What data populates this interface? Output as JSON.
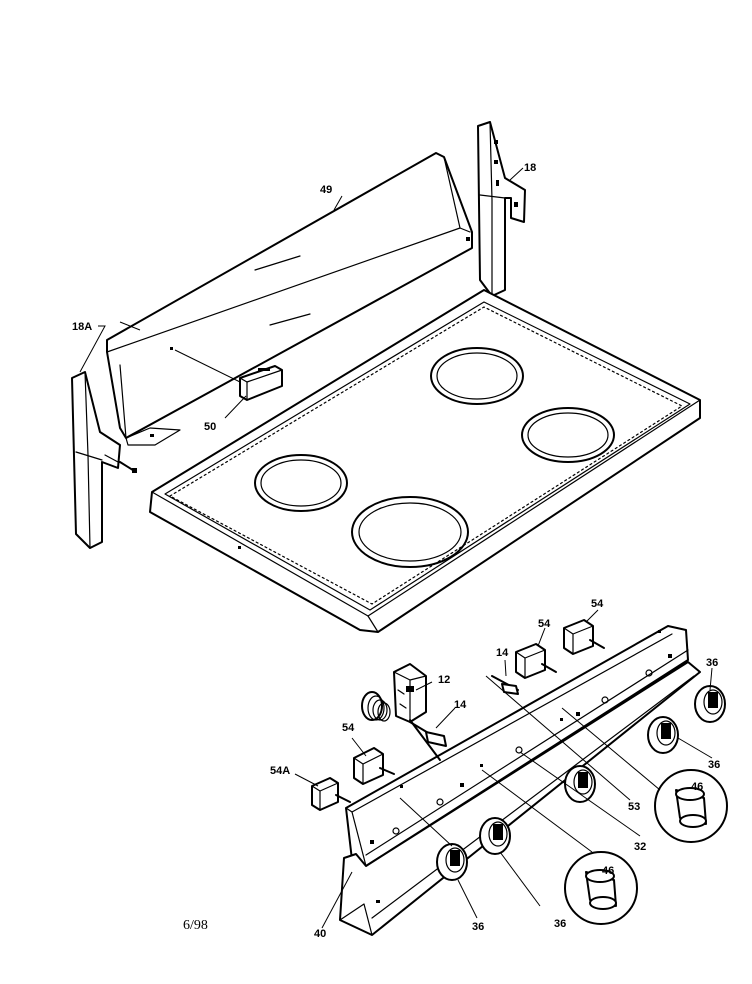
{
  "callouts": {
    "c18": "18",
    "c18a": "18A",
    "c49": "49",
    "c50": "50",
    "c12": "12",
    "c14a": "14",
    "c14b": "14",
    "c54a": "54",
    "c54b": "54",
    "c54c": "54",
    "c54A": "54A",
    "c36a": "36",
    "c36b": "36",
    "c36c": "36",
    "c36d": "36",
    "c46a": "46",
    "c46b": "46",
    "c53": "53",
    "c32": "32",
    "c40": "40"
  },
  "footer": {
    "date": "6/98"
  }
}
